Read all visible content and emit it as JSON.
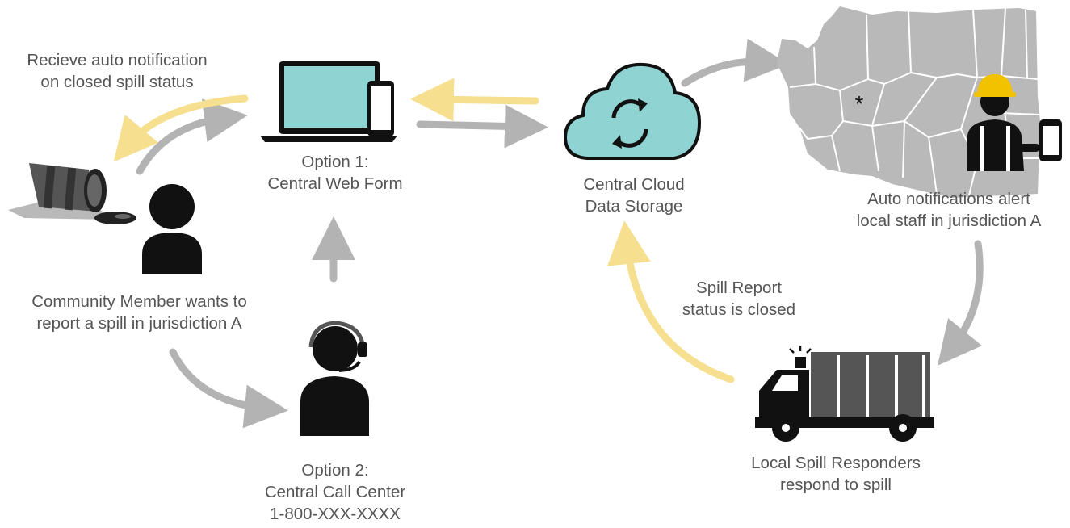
{
  "labels": {
    "notify": [
      "Recieve auto notification",
      "on  closed  spill status"
    ],
    "option1": [
      "Option 1:",
      "Central Web Form"
    ],
    "cloud": [
      "Central Cloud",
      "Data Storage"
    ],
    "auto": [
      "Auto notifications alert",
      "local staff in jurisdiction A"
    ],
    "community": [
      "Community Member wants to",
      "report a spill in jurisdiction  A"
    ],
    "closed": [
      "Spill Report",
      "status is closed"
    ],
    "option2": [
      "Option 2:",
      "Central Call Center",
      "1-800-XXX-XXXX"
    ],
    "local": [
      "Local Spill Responders",
      "respond to spill"
    ]
  },
  "colors": {
    "gray_arrow": "#b3b3b3",
    "yellow_arrow": "#f6df8f",
    "screen": "#8fd3d3",
    "cloud": "#8fd3d3",
    "map": "#b9b9b9",
    "icon_dark": "#111111",
    "hardhat": "#f2c200",
    "truck_box": "#555555"
  },
  "icons": [
    "laptop-icon",
    "phone-icon",
    "cloud-sync-icon",
    "washington-map-icon",
    "worker-icon",
    "oil-barrel-spill-icon",
    "person-icon",
    "call-center-agent-icon",
    "spill-truck-icon"
  ]
}
